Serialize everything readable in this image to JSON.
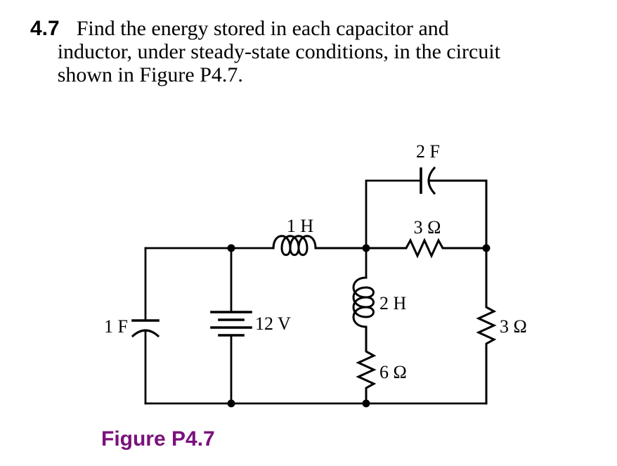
{
  "problem": {
    "number": "4.7",
    "lines": [
      "Find the energy stored in each capacitor and",
      "inductor, under steady-state conditions, in the circuit",
      "shown in Figure P4.7."
    ]
  },
  "circuit": {
    "labels": {
      "top_capacitor": "2 F",
      "series_inductor": "1 H",
      "top_resistor": "3 Ω",
      "middle_inductor": "2 H",
      "middle_resistor": "6 Ω",
      "right_resistor": "3 Ω",
      "left_capacitor": "1 F",
      "voltage_source": "12 V"
    },
    "line_color": "#000000"
  },
  "figure": {
    "caption": "Figure P4.7",
    "caption_color": "#7a117c"
  }
}
